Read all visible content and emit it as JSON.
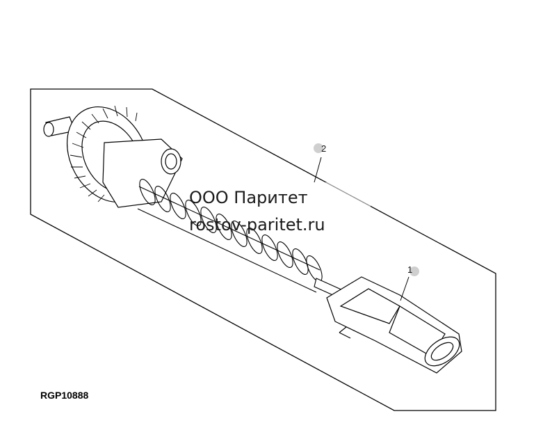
{
  "callouts": [
    {
      "number": "2"
    },
    {
      "number": "1"
    }
  ],
  "watermark": {
    "line1": "ООО Паритет",
    "line2": "rostov-paritet.ru"
  },
  "figure_code": "RGP10888",
  "colors": {
    "line": "#000000",
    "background": "#ffffff",
    "callout_dot": "#cfcfcf"
  }
}
